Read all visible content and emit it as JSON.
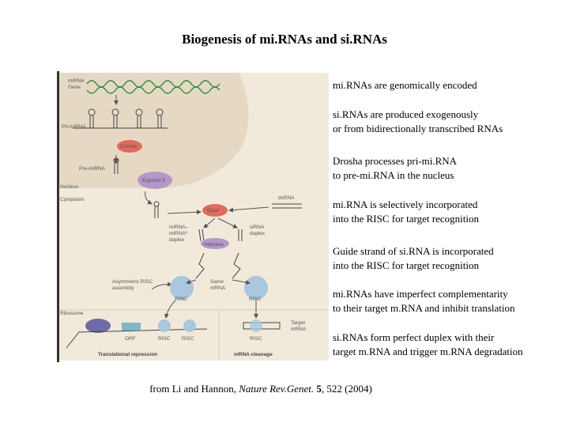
{
  "title": "Biogenesis of mi.RNAs and si.RNAs",
  "figure": {
    "labels": {
      "mirna_gene": [
        "miRNA",
        "Gene"
      ],
      "pri_mirna": "Pri-miRNA",
      "drosha": "Drosha",
      "pre_mirna": "Pre-miRNA",
      "exportin": "Exportin 5",
      "nucleus": "Nucleus",
      "cytoplasm": "Cytoplasm",
      "dsrna": "dsRNA",
      "dicer": "Dicer",
      "mirna_duplex": [
        "miRNA–",
        "miRNA*",
        "duplex"
      ],
      "sirna_duplex": [
        "siRNA",
        "duplex"
      ],
      "helicase": "Helicase",
      "asym_risc": [
        "Asymmetric RISC",
        "assembly"
      ],
      "same_mrna": [
        "Same",
        "mRNA"
      ],
      "risc": "RISC",
      "ribosome": "Ribosome",
      "orf": "ORF",
      "target_mrna": [
        "Target",
        "mRNA"
      ],
      "translational_repression": "Translational repression",
      "mrna_cleavage": "mRNA cleavage"
    }
  },
  "bullets": [
    [
      "mi.RNAs are genomically encoded"
    ],
    [
      "si.RNAs are produced exogenously",
      "or from bidirectionally transcribed RNAs"
    ],
    [
      "Drosha processes pri-mi.RNA",
      "to pre-mi.RNA in the nucleus"
    ],
    [
      "mi.RNA is selectively incorporated",
      "into the RISC for target recognition"
    ],
    [
      "Guide strand of si.RNA is incorporated",
      "into the RISC for target recognition"
    ],
    [
      "mi.RNAs have imperfect complementarity",
      "to their target m.RNA and inhibit translation"
    ],
    [
      "si.RNAs form perfect duplex with their",
      "target m.RNA and trigger m.RNA degradation"
    ]
  ],
  "caption": {
    "prefix": "from Li and Hannon, ",
    "journal": "Nature Rev.Genet.",
    "volume": "5",
    "pages": ", 522 (2004)"
  },
  "colors": {
    "figure_bg": "#f1eadb",
    "nucleus": "#e6d9c4",
    "drosha": "#e06b5c",
    "exportin": "#b597c9",
    "dicer": "#e06b5c",
    "helicase": "#b597c9",
    "risc": "#a9c7de",
    "rna": "#444444"
  }
}
